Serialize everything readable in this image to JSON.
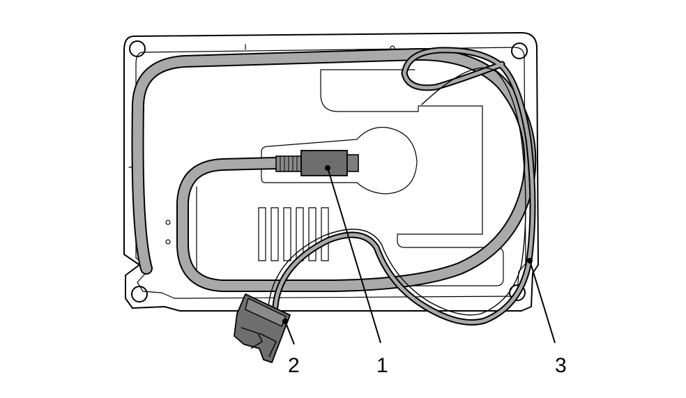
{
  "figure": {
    "background": "#ffffff",
    "ink_color": "#000000",
    "cable_fill": "#a9a9a9",
    "part_fill": "#6e6e6e",
    "callouts": [
      {
        "id": "1",
        "label": "1"
      },
      {
        "id": "2",
        "label": "2"
      },
      {
        "id": "3",
        "label": "3"
      }
    ]
  }
}
